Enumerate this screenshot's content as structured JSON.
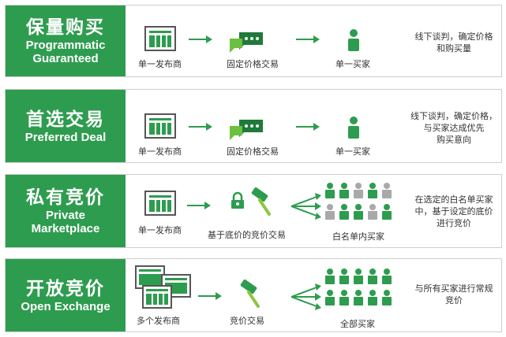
{
  "rows": [
    {
      "title_cn": "保量购买",
      "title_en": [
        "Programmatic",
        "Guaranteed"
      ],
      "publisher": "单一发布商",
      "deal": "固定价格交易",
      "buyer": "单一买家",
      "desc": [
        "线下谈判，确定价格",
        "和购买量"
      ]
    },
    {
      "title_cn": "首选交易",
      "title_en": [
        "Preferred Deal"
      ],
      "publisher": "单一发布商",
      "deal": "固定价格交易",
      "buyer": "单一买家",
      "desc": [
        "线下谈判，确定价格，",
        "与买家达成优先",
        "购买意向"
      ]
    },
    {
      "title_cn": "私有竞价",
      "title_en": [
        "Private",
        "Marketplace"
      ],
      "publisher": "单一发布商",
      "deal": "基于底价的竞价交易",
      "buyer": "白名单内买家",
      "desc": [
        "在选定的白名单买家",
        "中，基于设定的底价",
        "进行竞价"
      ]
    },
    {
      "title_cn": "开放竞价",
      "title_en": [
        "Open Exchange"
      ],
      "publisher": "多个发布商",
      "deal": "竞价交易",
      "buyer": "全部买家",
      "desc": [
        "与所有买家进行常规",
        "竞价"
      ]
    }
  ],
  "colors": {
    "green": "#2e9c4f",
    "dark_green": "#1f7a3a",
    "gray": "#a9a9a9"
  }
}
